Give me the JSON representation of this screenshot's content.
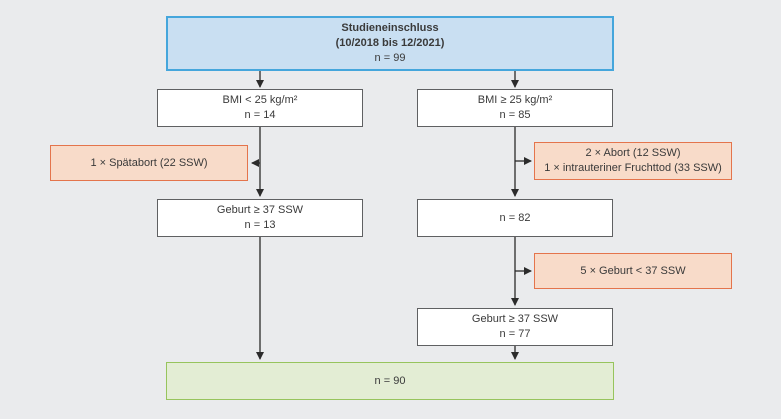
{
  "colors": {
    "canvas_bg": "#eaebed",
    "inclusion_fill": "#c9dff2",
    "inclusion_border": "#45a6dc",
    "exclusion_fill": "#f8dbc9",
    "exclusion_border": "#e4744c",
    "result_fill": "#e3edd4",
    "result_border": "#97c45d",
    "node_border": "#5f6062",
    "arrow": "#2b2b2b"
  },
  "flowchart": {
    "inclusion": {
      "title": "Studieneinschluss",
      "period": "(10/2018 bis 12/2021)",
      "n": "n = 99"
    },
    "left": {
      "bmi": {
        "label": "BMI < 25 kg/m²",
        "n": "n = 14"
      },
      "exclusion": {
        "line1": "1 × Spätabort (22 SSW)"
      },
      "birth": {
        "label": "Geburt ≥ 37 SSW",
        "n": "n = 13"
      }
    },
    "right": {
      "bmi": {
        "label": "BMI ≥ 25 kg/m²",
        "n": "n = 85"
      },
      "exclusion1": {
        "line1": "2 × Abort (12 SSW)",
        "line2": "1 × intrauteriner Fruchttod (33 SSW)"
      },
      "remaining": {
        "n": "n = 82"
      },
      "exclusion2": {
        "line1": "5 × Geburt < 37 SSW"
      },
      "birth": {
        "label": "Geburt ≥ 37 SSW",
        "n": "n = 77"
      }
    },
    "result": {
      "n": "n = 90"
    }
  }
}
